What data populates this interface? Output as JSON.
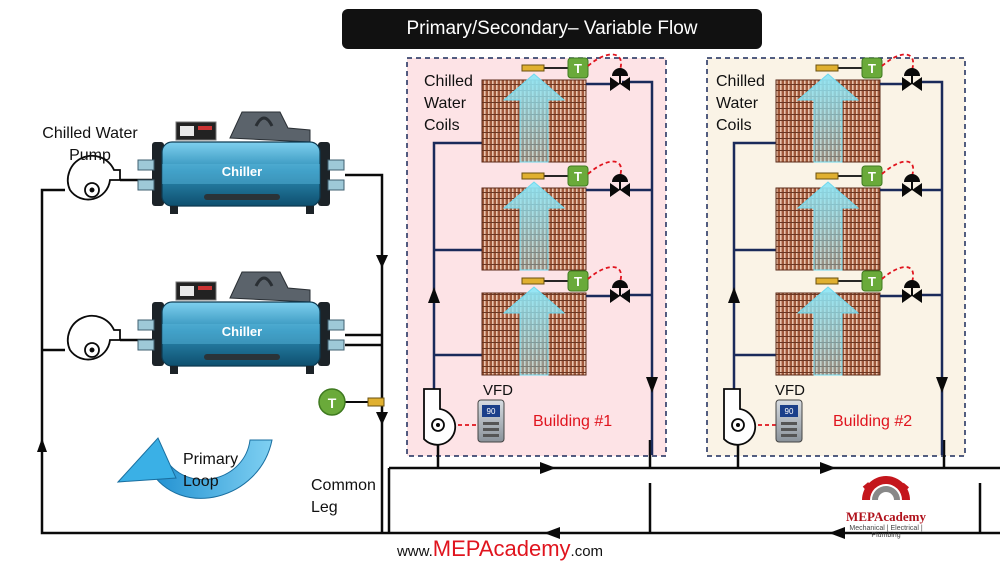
{
  "title": "Primary/Secondary– Variable Flow",
  "labels": {
    "pump": [
      "Chilled Water",
      "Pump"
    ],
    "primary_loop": [
      "Primary",
      "Loop"
    ],
    "common_leg": [
      "Common",
      "Leg"
    ],
    "coils_1": [
      "Chilled",
      "Water",
      "Coils"
    ],
    "coils_2": [
      "Chilled",
      "Water",
      "Coils"
    ],
    "building_1": "Building #1",
    "building_2": "Building #2",
    "vfd": "VFD",
    "vfd_display": "90",
    "chiller": "Chiller",
    "sensor": "T"
  },
  "footer": {
    "prefix": "www.",
    "brand": "MEPAcademy",
    "suffix": ".com"
  },
  "logo": {
    "name": "MEPAcademy",
    "tagline": "Mechanical | Electrical | Plumbing"
  },
  "colors": {
    "pipe": "#0a0a0a",
    "supply_riser": "#1a2a5a",
    "building_1_bg": "#fde3e6",
    "building_2_bg": "#faf3e6",
    "sensor": "#6aaa3a",
    "control_wire": "#e0141e",
    "chiller_body": "#2e8fb8",
    "primary_arrow": "#3ab0e6"
  },
  "icons": [
    "chiller-icon",
    "pump-icon",
    "coil-icon",
    "temperature-sensor-icon",
    "control-valve-icon",
    "vfd-icon",
    "flow-arrow-icon",
    "airflow-arrow-icon"
  ]
}
